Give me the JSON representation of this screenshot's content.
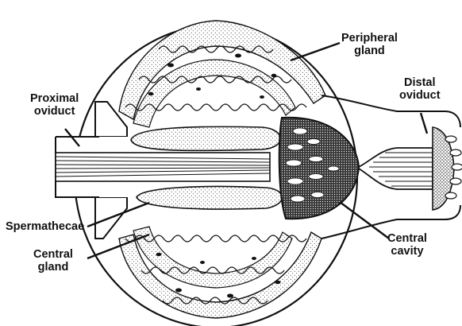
{
  "labels": {
    "peripheral_gland": [
      "Peripheral",
      "gland"
    ],
    "proximal_oviduct": [
      "Proximal",
      "oviduct"
    ],
    "distal_oviduct": [
      "Distal",
      "oviduct"
    ],
    "spermathecae": [
      "Spermathecae"
    ],
    "central_gland": [
      "Central",
      "gland"
    ],
    "central_cavity": [
      "Central",
      "cavity"
    ]
  },
  "colors": {
    "ink": "#111111",
    "background": "#ffffff"
  }
}
